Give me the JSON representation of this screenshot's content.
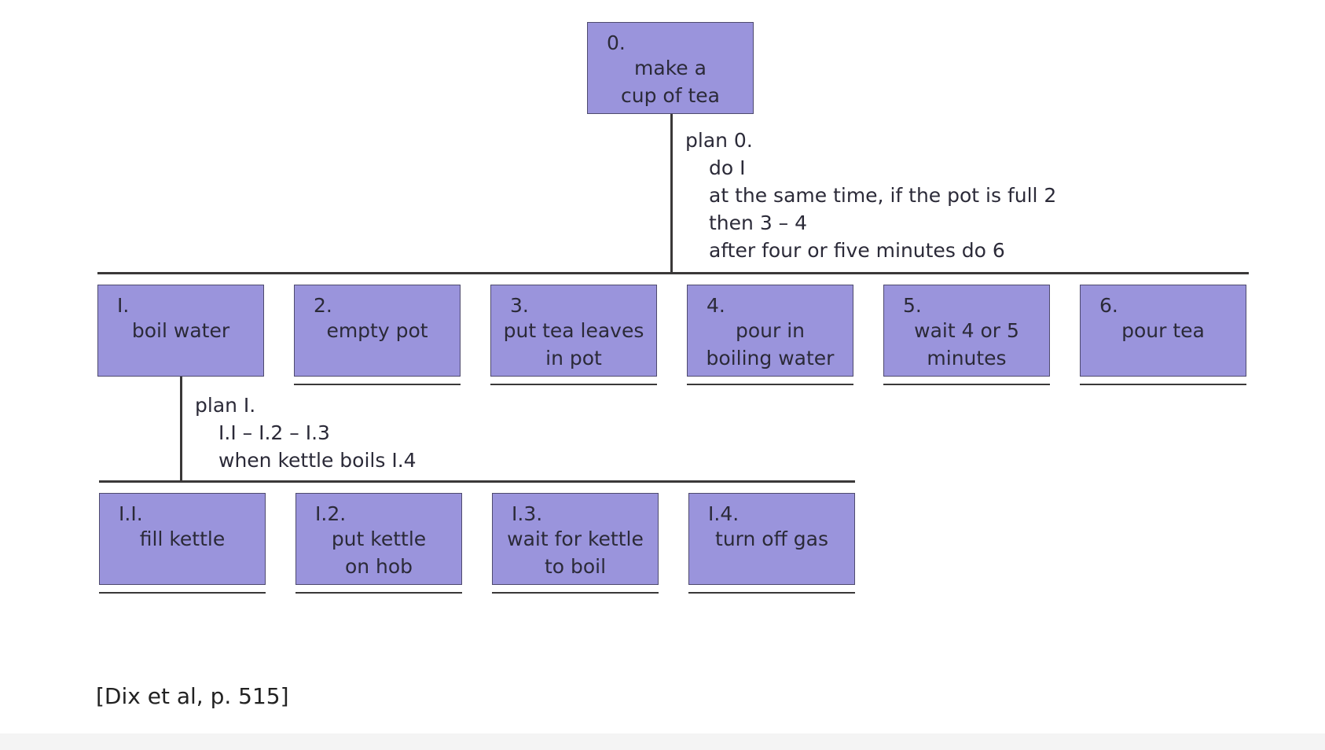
{
  "root": {
    "num": "0.",
    "label": "make a\ncup of tea"
  },
  "plan0": {
    "title": "plan 0.",
    "steps": [
      "do I",
      "at the same time, if the pot is full 2",
      "then 3 – 4",
      "after four or five minutes do 6"
    ]
  },
  "level1": [
    {
      "num": "I.",
      "label": "boil water"
    },
    {
      "num": "2.",
      "label": "empty pot"
    },
    {
      "num": "3.",
      "label": "put tea leaves\nin pot"
    },
    {
      "num": "4.",
      "label": "pour in\nboiling water"
    },
    {
      "num": "5.",
      "label": "wait 4 or 5\nminutes"
    },
    {
      "num": "6.",
      "label": "pour tea"
    }
  ],
  "plan1": {
    "title": "plan I.",
    "steps": [
      "I.I – I.2 – I.3",
      "when kettle boils I.4"
    ]
  },
  "level2": [
    {
      "num": "I.I.",
      "label": "fill kettle"
    },
    {
      "num": "I.2.",
      "label": "put kettle\non hob"
    },
    {
      "num": "I.3.",
      "label": "wait for kettle\nto boil"
    },
    {
      "num": "I.4.",
      "label": "turn off gas"
    }
  ],
  "caption": "[Dix et al, p. 515]",
  "colors": {
    "box_fill": "#9a94dc",
    "box_border": "#4e4a6e",
    "line": "#3a3838"
  }
}
